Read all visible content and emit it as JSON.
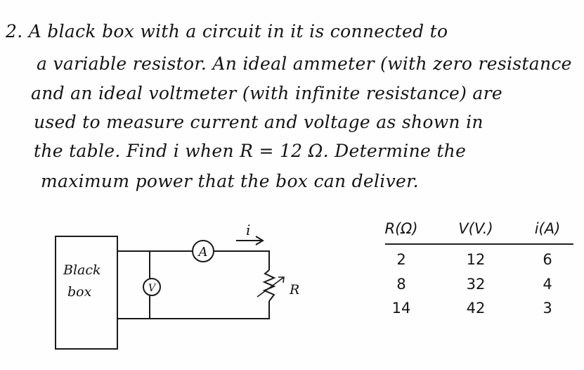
{
  "problem": {
    "lines": [
      "2. A black box with a circuit in it is connected to",
      "a variable resistor. An ideal ammeter (with zero resistance",
      "and an ideal voltmeter (with infinite resistance) are",
      "used to measure current and voltage as shown in",
      "the table. Find i when R = 12 Ω. Determine the",
      "maximum power that the box can deliver."
    ]
  },
  "circuit": {
    "box_label_line1": "Black",
    "box_label_line2": "box",
    "ammeter_label": "A",
    "voltmeter_label": "V",
    "current_label": "i",
    "resistor_label": "R"
  },
  "table": {
    "headers": [
      "R(Ω)",
      "V(V.)",
      "i(A)"
    ],
    "rows": [
      [
        "2",
        "12",
        "6"
      ],
      [
        "8",
        "32",
        "4"
      ],
      [
        "14",
        "42",
        "3"
      ]
    ]
  }
}
